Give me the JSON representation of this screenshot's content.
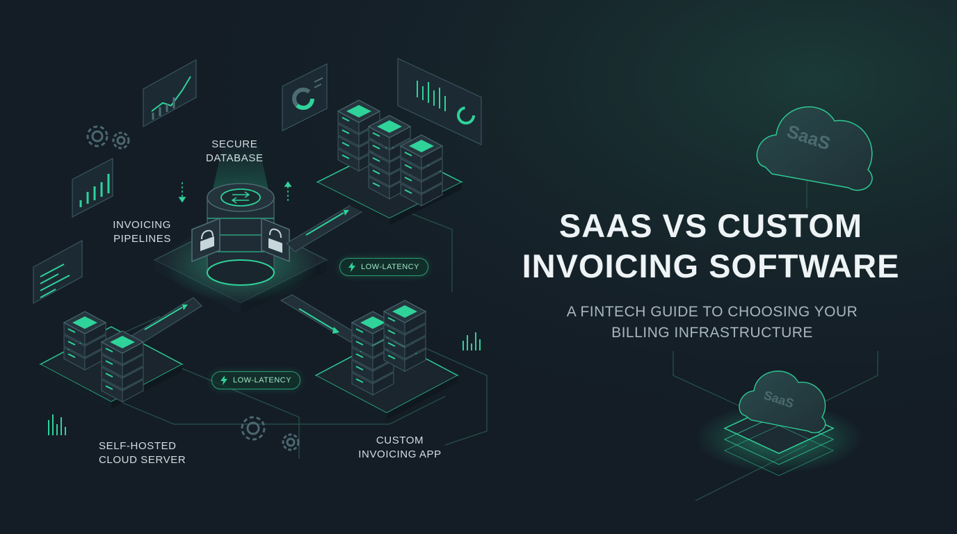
{
  "title": {
    "line1": "SAAS VS CUSTOM",
    "line2": "INVOICING SOFTWARE"
  },
  "subtitle": {
    "line1": "A FINTECH GUIDE TO CHOOSING YOUR",
    "line2": "BILLING INFRASTRUCTURE"
  },
  "labels": {
    "secure_database": [
      "SECURE",
      "DATABASE"
    ],
    "invoicing_pipelines": [
      "INVOICING",
      "PIPELINES"
    ],
    "self_hosted": [
      "SELF-HOSTED",
      "CLOUD SERVER"
    ],
    "custom_app": [
      "CUSTOM",
      "INVOICING APP"
    ]
  },
  "badges": {
    "top": "LOW-LATENCY",
    "bottom": "LOW-LATENCY"
  },
  "clouds": {
    "large": "SaaS",
    "small": "SaaS"
  },
  "colors": {
    "background": "#141d26",
    "accent": "#2fd39a",
    "panel": "#1e2a33",
    "title": "#eef3f5",
    "subtitle": "#a9b6bd"
  },
  "icons": [
    "gear-icon",
    "lock-icon",
    "bolt-icon",
    "cloud-icon",
    "bar-chart-icon",
    "line-chart-icon",
    "pie-chart-icon",
    "server-icon",
    "database-icon"
  ]
}
